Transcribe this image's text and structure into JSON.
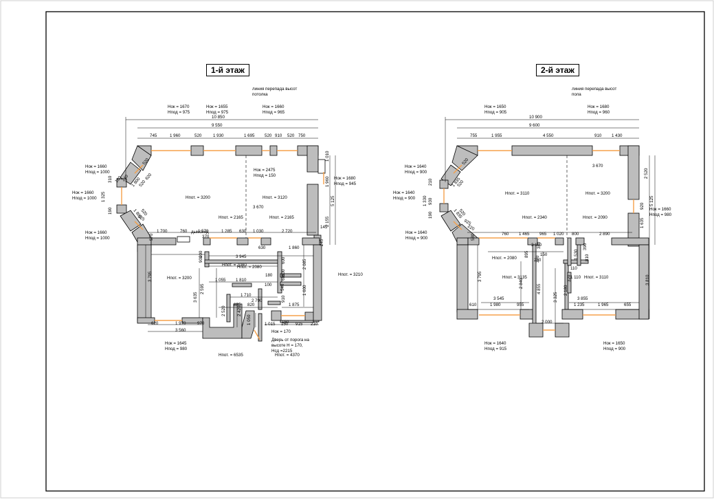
{
  "floor1": {
    "title": "1-й этаж",
    "note_ceiling": [
      "линия перепада высот",
      "потолка"
    ],
    "note_door": [
      "Дверь от порога на",
      "высоте H = 170,",
      "Hсд =2215"
    ],
    "flue": "дымоход",
    "windows": [
      {
        "ok": "Hок = 1670",
        "pod": "Hпод = 975"
      },
      {
        "ok": "Hок = 1655",
        "pod": "Hпод = 975"
      },
      {
        "ok": "Hок = 1660",
        "pod": "Hпод = 965"
      },
      {
        "ok": "Hок = 1660",
        "pod": "Hпод = 1000"
      },
      {
        "ok": "Hок = 1660",
        "pod": "Hпод = 1000"
      },
      {
        "ok": "Hок = 1660",
        "pod": "Hпод = 1000"
      },
      {
        "ok": "Hок = 1680",
        "pod": "Hпод = 945"
      },
      {
        "ok": "Hок = 2475",
        "pod": "Hпод = 150"
      },
      {
        "ok": "Hок = 1645",
        "pod": "Hпод = 980"
      }
    ],
    "ceilings": [
      "Hпот. = 3200",
      "Hпот. = 3120",
      "Hпот. = 2165",
      "Hпот. = 2165",
      "Hпот. = 2080",
      "Hпот. = 2080",
      "Hпот. = 3200",
      "Hпот. = 3210",
      "Hпот. = 6535",
      "Hпот. = 4370"
    ],
    "extra_h": "Hок = 170",
    "dims_top": [
      "10 850",
      "9 550",
      "745",
      "1 960",
      "520",
      "1 930",
      "1 695",
      "520",
      "910",
      "520",
      "750"
    ],
    "dims_left": [
      "310",
      "1 325",
      "190",
      "570"
    ],
    "dims_right": [
      "1 010",
      "1 960",
      "5 125",
      "2 155",
      "145",
      "245",
      "2 085",
      "1 600"
    ],
    "dims_mid": [
      "3 670",
      "1 700",
      "760",
      "1 570",
      "370",
      "1 285",
      "630",
      "1 030",
      "2 720",
      "630",
      "1 860",
      "3 945",
      "1 810",
      "1 055",
      "1 710",
      "2 790",
      "885",
      "820",
      "1 875",
      "600",
      "800",
      "685",
      "540",
      "910",
      "150",
      "3 795",
      "3 635",
      "2 595",
      "2 520",
      "2 420",
      "1 050",
      "1 015",
      "150",
      "915",
      "210",
      "620",
      "1 970",
      "970",
      "3 560",
      "200",
      "900",
      "180",
      "100"
    ],
    "dims_diag": [
      "1 800",
      "1 805",
      "520",
      "520",
      "520",
      "925",
      "620",
      "180",
      "240"
    ]
  },
  "floor2": {
    "title": "2-й этаж",
    "note_ceiling": [
      "линия перепада высот",
      "пола"
    ],
    "windows": [
      {
        "ok": "Hок = 1650",
        "pod": "Hпод = 905"
      },
      {
        "ok": "Hок = 1680",
        "pod": "Hпод = 960"
      },
      {
        "ok": "Hок = 1640",
        "pod": "Hпод = 900"
      },
      {
        "ok": "Hок = 1640",
        "pod": "Hпод = 900"
      },
      {
        "ok": "Hок = 1640",
        "pod": "Hпод = 900"
      },
      {
        "ok": "Hок = 1660",
        "pod": "Hпод = 980"
      },
      {
        "ok": "Hок = 1640",
        "pod": "Hпод = 915"
      },
      {
        "ok": "Hок = 1650",
        "pod": "Hпод = 900"
      }
    ],
    "ceilings": [
      "Hпот. = 3110",
      "Hпот. = 3200",
      "Hпот. = 2340",
      "Hпот. = 2090",
      "Hпот. = 2080",
      "Hпот. = 3135",
      "Hпот. = 3110"
    ],
    "dims_top": [
      "10 900",
      "9 600",
      "755",
      "1 955",
      "4 550",
      "910",
      "1 430"
    ],
    "dims_left": [
      "210",
      "1 330",
      "930",
      "190",
      "580"
    ],
    "dims_right": [
      "2 520",
      "5 125",
      "920",
      "1 635",
      "3 810"
    ],
    "dims_mid": [
      "3 670",
      "760",
      "1 465",
      "965",
      "1 020",
      "800",
      "2 890",
      "3 110",
      "110",
      "1 110",
      "1 530",
      "380",
      "280",
      "150",
      "895",
      "810",
      "390",
      "320",
      "3 545",
      "610",
      "1 980",
      "955",
      "3 855",
      "1 235",
      "1 965",
      "655",
      "2 000",
      "3 795",
      "2 840",
      "4 855",
      "3 325",
      "2 180",
      "370"
    ],
    "dims_diag": [
      "1 835",
      "1 835",
      "520",
      "520",
      "520",
      "925",
      "220"
    ]
  }
}
